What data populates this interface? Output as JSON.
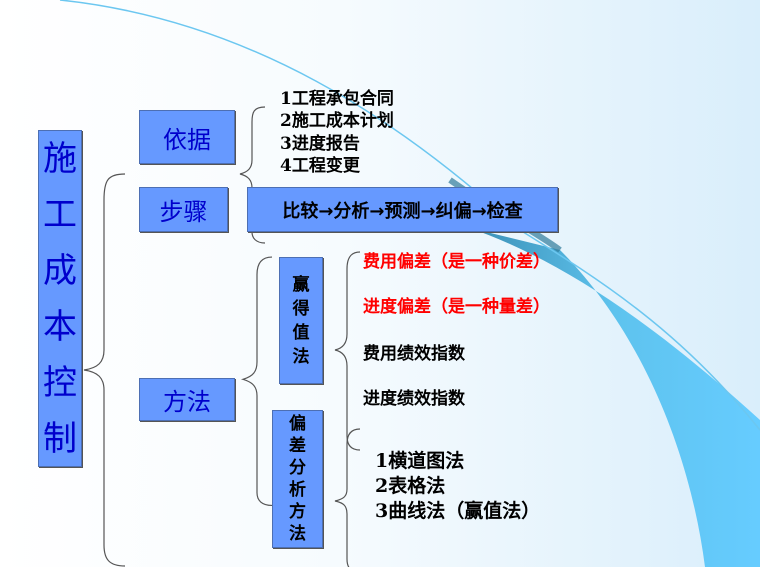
{
  "title": "施工成本控制",
  "title_chars": [
    "施",
    "工",
    "成",
    "本",
    "控",
    "制"
  ],
  "branches": {
    "basis": {
      "label": "依据",
      "items": [
        "1工程承包合同",
        "2施工成本计划",
        "3进度报告",
        "4工程变更"
      ]
    },
    "steps": {
      "label": "步骤",
      "sequence": "比较→分析→预测→纠偏→检查"
    },
    "methods": {
      "label": "方法",
      "earned_value": {
        "label_chars": [
          "赢",
          "得",
          "值",
          "法"
        ],
        "items": [
          {
            "text": "费用偏差（是一种价差）",
            "highlight": true
          },
          {
            "text": "进度偏差（是一种量差）",
            "highlight": true
          },
          {
            "text": "费用绩效指数",
            "highlight": false
          },
          {
            "text": "进度绩效指数",
            "highlight": false
          }
        ]
      },
      "variance_analysis": {
        "label_chars": [
          "偏",
          "差",
          "分",
          "析",
          "方",
          "法"
        ],
        "items": [
          "1横道图法",
          "2表格法",
          "3曲线法（赢值法）"
        ]
      }
    }
  },
  "colors": {
    "box": "#6699ff",
    "box_text": "#0000cc",
    "highlight": "#ff0000"
  }
}
